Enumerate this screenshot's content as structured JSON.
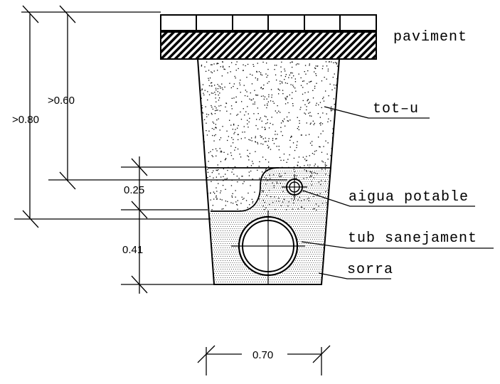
{
  "labels": {
    "paviment": "paviment",
    "tot_u": "tot–u",
    "aigua_potable": "aigua potable",
    "tub_sanejament": "tub sanejament",
    "sorra": "sorra"
  },
  "dimensions": {
    "depth_total": ">0.80",
    "depth_pipe": ">0.60",
    "band_water": "0.25",
    "band_sand": "0.41",
    "width_bottom": "0.70"
  },
  "colors": {
    "line": "#000000",
    "background": "#ffffff"
  }
}
